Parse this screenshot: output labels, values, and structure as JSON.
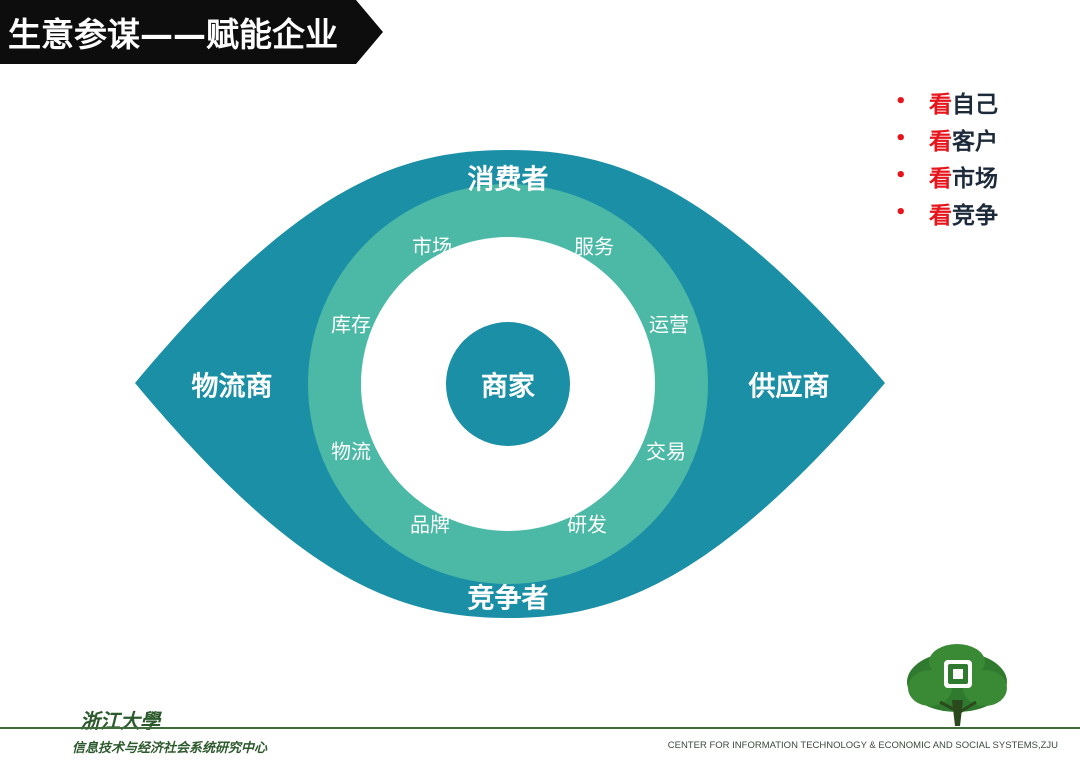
{
  "title": "生意参谋——赋能企业",
  "bullets": [
    {
      "highlight": "看",
      "rest": "自己"
    },
    {
      "highlight": "看",
      "rest": "客户"
    },
    {
      "highlight": "看",
      "rest": "市场"
    },
    {
      "highlight": "看",
      "rest": "竞争"
    }
  ],
  "bullet_symbol": "•",
  "diagram": {
    "outer": {
      "top": "消费者",
      "bottom": "竞争者",
      "left": "物流商",
      "right": "供应商"
    },
    "ring": {
      "market": "市场",
      "service": "服务",
      "inventory": "库存",
      "operation": "运营",
      "logistics": "物流",
      "trade": "交易",
      "brand": "品牌",
      "rnd": "研发"
    },
    "center": "商家"
  },
  "footer": {
    "university": "浙江大學",
    "center_cn": "信息技术与经济社会系统研究中心",
    "center_en": "CENTER FOR INFORMATION TECHNOLOGY & ECONOMIC AND SOCIAL SYSTEMS,ZJU"
  },
  "colors": {
    "title_bg": "#0d0d0d",
    "eye_outer": "#1a8fa6",
    "ring": "#4bb9a5",
    "center": "#1a8fa6",
    "accent_red": "#e6141b",
    "footer_green": "#3d6b3a"
  }
}
